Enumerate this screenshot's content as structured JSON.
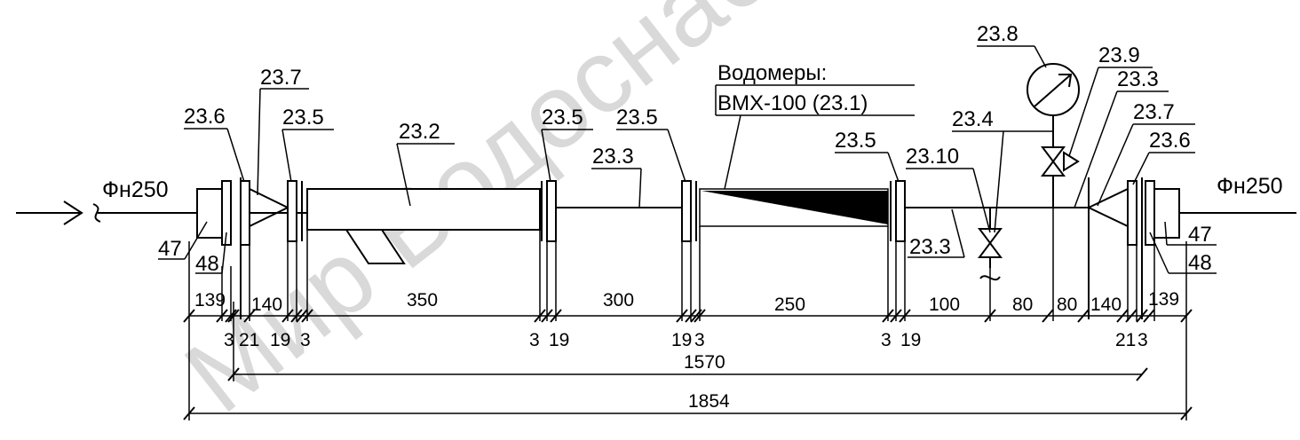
{
  "watermark": "Мир Водоснабж",
  "pipe_in_label": "Фн250",
  "pipe_out_label": "Фн250",
  "meter_title": "Водомеры:",
  "meter_model": "ВМХ-100 (23.1)",
  "callouts": {
    "c236l": "23.6",
    "c237l": "23.7",
    "c235a": "23.5",
    "c232": "23.2",
    "c235b": "23.5",
    "c235c": "23.5",
    "c233a": "23.3",
    "c235d": "23.5",
    "c2310": "23.10",
    "c234": "23.4",
    "c238": "23.8",
    "c239": "23.9",
    "c233b": "23.3",
    "c237r": "23.7",
    "c236r": "23.6",
    "c233c": "23.3",
    "c47l": "47",
    "c48l": "48",
    "c47r": "47",
    "c48r": "48"
  },
  "dims_top": {
    "d139l": "139",
    "d140l": "140",
    "d350": "350",
    "d300": "300",
    "d250": "250",
    "d100": "100",
    "d80a": "80",
    "d80b": "80",
    "d140r": "140",
    "d139r": "139"
  },
  "dims_bottom": {
    "b3a": "3",
    "b21a": "21",
    "b19a": "19",
    "b3b": "3",
    "b3c": "3",
    "b19b": "19",
    "b19c": "19",
    "b3d": "3",
    "b3e": "3",
    "b19d": "19",
    "b21b": "21",
    "b3f": "3"
  },
  "total_1570": "1570",
  "total_1854": "1854"
}
